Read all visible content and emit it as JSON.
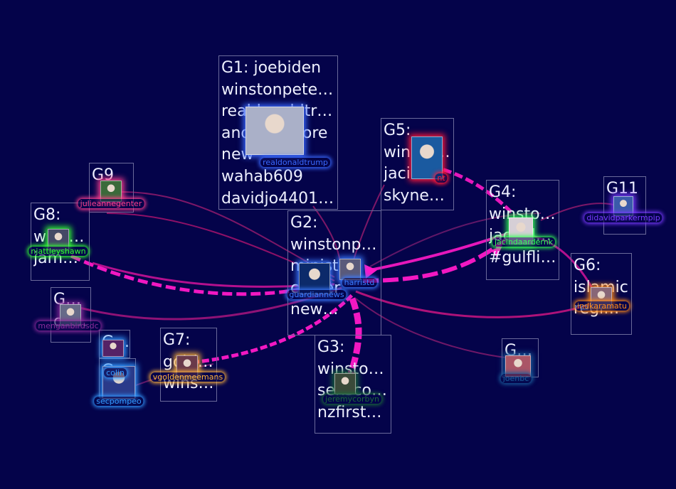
{
  "colors": {
    "background": "#04034a",
    "edge_main": "#ff19c8",
    "edge_faint": "#8a1a6a",
    "group_border": "#6a6a9a",
    "group_text": "#eef0ff"
  },
  "groups": [
    {
      "id": "G1",
      "lines": [
        "G1: joebiden",
        "winstonpete…",
        "realdonaldtr…",
        "andywigmore",
        "new",
        "wahab609",
        "davidjo4401…"
      ]
    },
    {
      "id": "G5",
      "lines": [
        "G5:",
        "winsto…",
        "jacind…",
        "skyne…"
      ]
    },
    {
      "id": "G2",
      "lines": [
        "G2:",
        "winstonp…",
        "minister",
        "career",
        "new…"
      ]
    },
    {
      "id": "G4",
      "lines": [
        "G4:",
        "winsto…",
        "jacind…",
        "#gulfliv…"
      ]
    },
    {
      "id": "G11",
      "lines": [
        "G11"
      ]
    },
    {
      "id": "G9",
      "lines": [
        "G9"
      ]
    },
    {
      "id": "G8",
      "lines": [
        "G8:",
        "winst…",
        "jame…"
      ]
    },
    {
      "id": "G6",
      "lines": [
        "G6:",
        "islamic",
        "regim…"
      ]
    },
    {
      "id": "G10",
      "lines": [
        "G1…",
        "co…"
      ]
    },
    {
      "id": "G13",
      "lines": [
        "G…"
      ]
    },
    {
      "id": "G14",
      "lines": [
        "G…"
      ]
    },
    {
      "id": "G7",
      "lines": [
        "G7:",
        "golri…",
        "winst…"
      ]
    },
    {
      "id": "G3",
      "lines": [
        "G3:",
        "winsto…",
        "sensco…",
        "nzfirst…"
      ]
    },
    {
      "id": "G12",
      "lines": [
        "G12"
      ]
    }
  ],
  "nodes": [
    {
      "label": "julieannegenter",
      "color": "#ff3f8f",
      "avatar": "#3b6a3a"
    },
    {
      "label": "njattleyshawn",
      "color": "#33ff33",
      "avatar": "#444a66"
    },
    {
      "label": "menganbirdsdc",
      "color": "#8a2a9a",
      "avatar": "#666a88"
    },
    {
      "label": "secpompeo",
      "color": "#3399ff",
      "avatar": "#2a3a8a"
    },
    {
      "label": "vgoldenmeemans",
      "color": "#ffb33c",
      "avatar": "#6a3a4a"
    },
    {
      "label": "guardiannews",
      "color": "#3a7aff",
      "avatar": "#0c2a6a"
    },
    {
      "label": "harristd",
      "color": "#3a7aff",
      "avatar": "#5a5a7a"
    },
    {
      "label": "jeremycorbyn",
      "color": "#1a6a3a",
      "avatar": "#3a4a3a"
    },
    {
      "label": "jacindaardernk",
      "color": "#33ff55",
      "avatar": "#d6cfd6"
    },
    {
      "label": "didavidparkermpip",
      "color": "#7a3aff",
      "avatar": "#3a5aaa"
    },
    {
      "label": "indkaramatu",
      "color": "#ff8a1a",
      "avatar": "#886677"
    },
    {
      "label": "joenbc",
      "color": "#1a5a9a",
      "avatar": "#aa5566"
    },
    {
      "label": "colin",
      "color": "#3399ff",
      "avatar": "#552266"
    },
    {
      "label": "nt",
      "color": "#ff1a3a",
      "avatar": "#1a5aa0"
    },
    {
      "label": "realdonaldtrump",
      "color": "#3a6aff",
      "avatar": "#aab0c8"
    }
  ]
}
